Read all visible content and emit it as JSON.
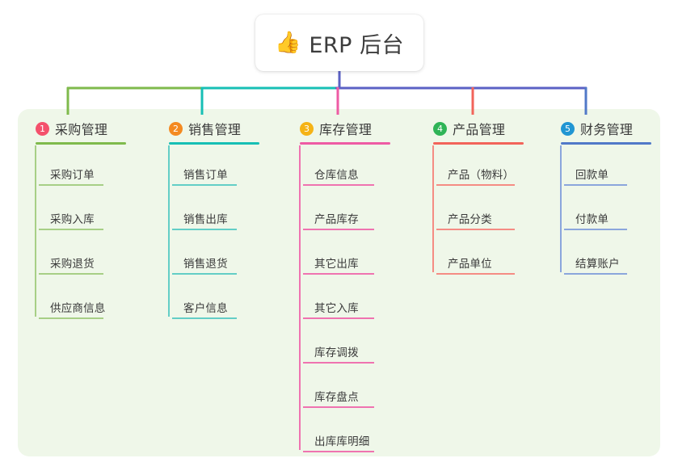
{
  "root": {
    "icon": "thumbs-up-icon",
    "emoji": "👍",
    "title": "ERP 后台"
  },
  "colors": {
    "panel_background": "#eff7e9",
    "page_background": "#ffffff",
    "root_connector": "#5b61c4",
    "col1": "#7fba4c",
    "col2": "#17bfb5",
    "col3": "#ee5ba4",
    "col4": "#f2645a",
    "col5": "#5179c8",
    "badge1": "#f4516c",
    "badge2": "#f48a21",
    "badge3": "#f5b316",
    "badge4": "#2fb457",
    "badge5": "#2196d3"
  },
  "columns": [
    {
      "index": "1",
      "title": "采购管理",
      "badge_color": "#f4516c",
      "rule_color": "#7fba4c",
      "leaf_rule_color": "#a7cf86",
      "connector_color": "#7fba4c",
      "leaves": [
        {
          "label": "采购订单"
        },
        {
          "label": "采购入库"
        },
        {
          "label": "采购退货"
        },
        {
          "label": "供应商信息"
        }
      ]
    },
    {
      "index": "2",
      "title": "销售管理",
      "badge_color": "#f48a21",
      "rule_color": "#17bfb5",
      "leaf_rule_color": "#63cec6",
      "connector_color": "#17bfb5",
      "leaves": [
        {
          "label": "销售订单"
        },
        {
          "label": "销售出库"
        },
        {
          "label": "销售退货"
        },
        {
          "label": "客户信息"
        }
      ]
    },
    {
      "index": "3",
      "title": "库存管理",
      "badge_color": "#f5b316",
      "rule_color": "#ee5ba4",
      "leaf_rule_color": "#ef73b0",
      "connector_color": "#ee5ba4",
      "leaves": [
        {
          "label": "仓库信息"
        },
        {
          "label": "产品库存"
        },
        {
          "label": "其它出库"
        },
        {
          "label": "其它入库"
        },
        {
          "label": "库存调拨"
        },
        {
          "label": "库存盘点"
        },
        {
          "label": "出库库明细"
        }
      ]
    },
    {
      "index": "4",
      "title": "产品管理",
      "badge_color": "#2fb457",
      "rule_color": "#f2645a",
      "leaf_rule_color": "#f58c84",
      "connector_color": "#f2645a",
      "leaves": [
        {
          "label": "产品（物料）"
        },
        {
          "label": "产品分类"
        },
        {
          "label": "产品单位"
        }
      ]
    },
    {
      "index": "5",
      "title": "财务管理",
      "badge_color": "#2196d3",
      "rule_color": "#5179c8",
      "leaf_rule_color": "#8ba6dc",
      "connector_color": "#5179c8",
      "leaves": [
        {
          "label": "回款单"
        },
        {
          "label": "付款单"
        },
        {
          "label": "结算账户"
        }
      ]
    }
  ]
}
